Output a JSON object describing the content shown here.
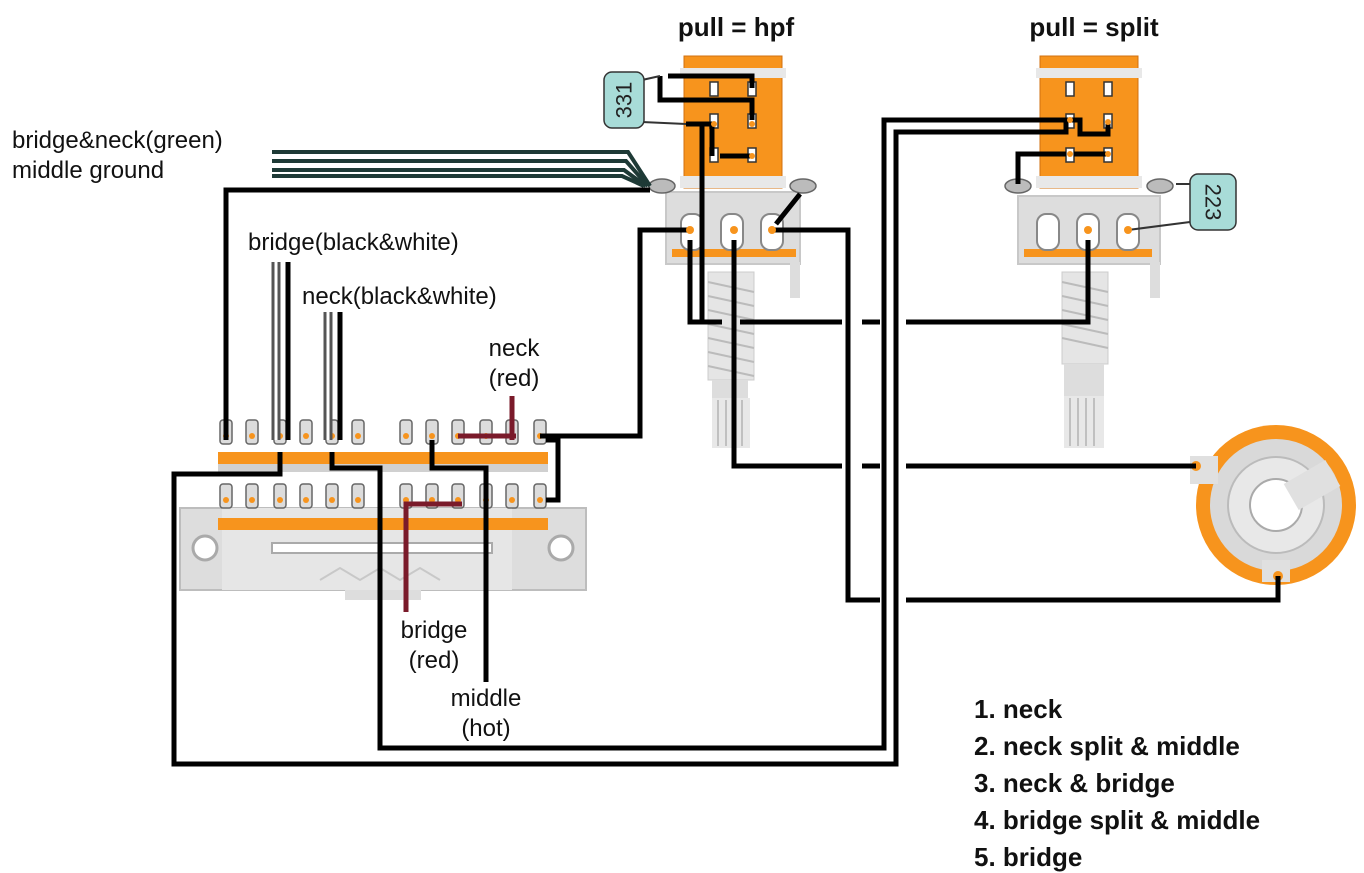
{
  "labels": {
    "pot_hpf_title": "pull = hpf",
    "pot_split_title": "pull = split",
    "shield_line1": "bridge&neck(green)",
    "shield_line2": "middle ground",
    "bridge_bw": "bridge(black&white)",
    "neck_bw": "neck(black&white)",
    "neck_red_1": "neck",
    "neck_red_2": "(red)",
    "bridge_red_1": "bridge",
    "bridge_red_2": "(red)",
    "middle_hot_1": "middle",
    "middle_hot_2": "(hot)",
    "cap_1": "331",
    "cap_2": "223"
  },
  "positions_legend": [
    "1. neck",
    "2. neck split & middle",
    "3. neck & bridge",
    "4. bridge split & middle",
    "5. bridge"
  ],
  "colors": {
    "orange": "#f7941d",
    "gray": "#cfcfcf",
    "wire_black": "#000000",
    "wire_red": "#7a1a2a",
    "shield_green": "#1e3a36",
    "cap_blue": "#a8dcd8"
  }
}
